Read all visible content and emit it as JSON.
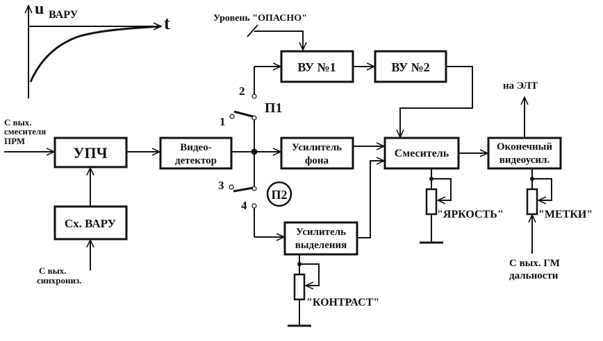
{
  "graph": {
    "y_label": "u",
    "y_label_sub": "ВАРУ",
    "x_label": "t"
  },
  "inputs": {
    "mixer_line1": "С вых.",
    "mixer_line2": "смесителя",
    "mixer_line3": "ПРМ",
    "sync_line1": "С вых.",
    "sync_line2": "синхрониз.",
    "gm_line1": "С вых. ГМ",
    "gm_line2": "дальности"
  },
  "blocks": {
    "upch": "УПЧ",
    "varu": "Сх. ВАРУ",
    "detector_line1": "Видео-",
    "detector_line2": "детектор",
    "vu1": "ВУ №1",
    "vu2": "ВУ №2",
    "bg_amp_line1": "Усилитель",
    "bg_amp_line2": "фона",
    "sel_amp_line1": "Усилитель",
    "sel_amp_line2": "выделения",
    "mixer": "Смеситель",
    "final_line1": "Оконечный",
    "final_line2": "видеоусил."
  },
  "labels": {
    "danger_level": "Уровень \"ОПАСНО\"",
    "to_crt": "на ЭЛТ",
    "switch_p1": "П1",
    "switch_p2": "П2",
    "contact_1": "1",
    "contact_2": "2",
    "contact_3": "3",
    "contact_4": "4",
    "brightness": "\"ЯРКОСТЬ\"",
    "marks": "\"МЕТКИ\"",
    "contrast": "\"КОНТРАСТ\""
  }
}
